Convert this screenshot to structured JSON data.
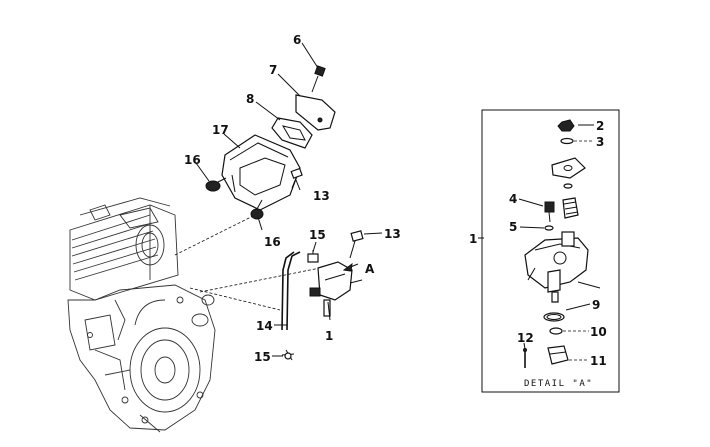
{
  "labels": {
    "l1_left": "1",
    "l1_detail": "1",
    "l2": "2",
    "l3": "3",
    "l4": "4",
    "l5": "5",
    "l6": "6",
    "l7": "7",
    "l8": "8",
    "l9": "9",
    "l10": "10",
    "l11": "11",
    "l12": "12",
    "l13a": "13",
    "l13b": "13",
    "l14": "14",
    "l15a": "15",
    "l15b": "15",
    "l16a": "16",
    "l16b": "16",
    "l17": "17",
    "arrowA": "A"
  },
  "detail_caption": "DETAIL \"A\""
}
